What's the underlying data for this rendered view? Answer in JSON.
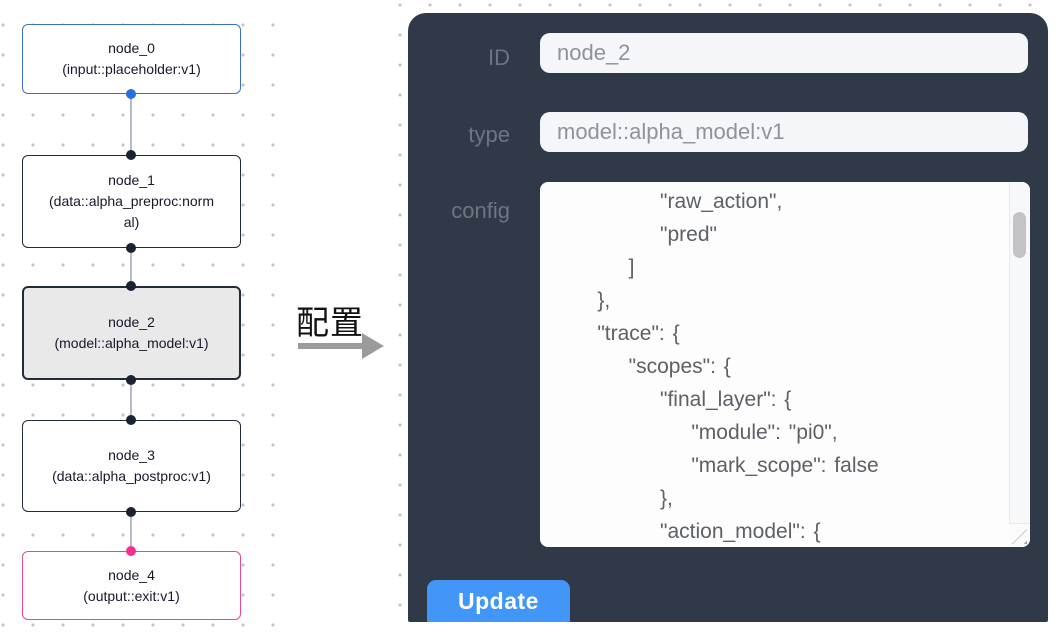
{
  "flow": {
    "nodes": [
      {
        "id": "node_0",
        "label": "node_0",
        "type_label": "(input::placeholder:v1)",
        "state": "input"
      },
      {
        "id": "node_1",
        "label": "node_1",
        "type_label": "(data::alpha_preproc:normal)",
        "state": "default"
      },
      {
        "id": "node_2",
        "label": "node_2",
        "type_label": "(model::alpha_model:v1)",
        "state": "selected"
      },
      {
        "id": "node_3",
        "label": "node_3",
        "type_label": "(data::alpha_postproc:v1)",
        "state": "default"
      },
      {
        "id": "node_4",
        "label": "node_4",
        "type_label": "(output::exit:v1)",
        "state": "output"
      }
    ]
  },
  "annotation": {
    "label": "配置"
  },
  "config_panel": {
    "fields": [
      {
        "label": "ID",
        "value": "node_2"
      },
      {
        "label": "type",
        "value": "model::alpha_model:v1"
      }
    ],
    "config_label": "config",
    "config_text": "            \"raw_action\",\n            \"pred\"\n        ]\n    },\n    \"trace\": {\n        \"scopes\": {\n            \"final_layer\": {\n                \"module\": \"pi0\",\n                \"mark_scope\": false\n            },\n            \"action_model\": {",
    "update_label": "Update"
  },
  "colors": {
    "panel_bg": "#2f3948",
    "accent_blue": "#4196f7",
    "node_default_border": "#222b3a",
    "node_input_border": "#3f6fc4",
    "node_output_border": "#e8488f",
    "selected_node_bg": "#e9e9ea",
    "edge": "#b7bcc4",
    "handle_dark": "#1b2230",
    "handle_blue": "#2470df",
    "handle_pink": "#f5318f",
    "input_bg": "#f4f6f9",
    "label_text": "#6d7584"
  }
}
